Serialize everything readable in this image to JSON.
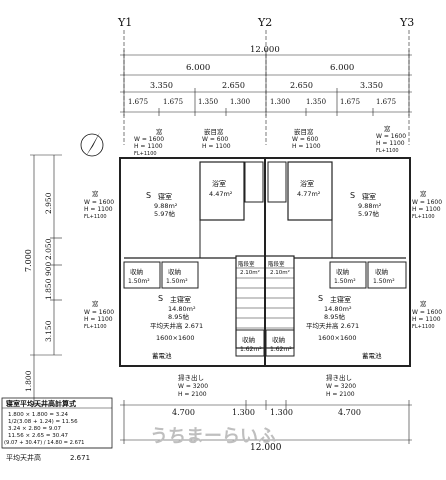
{
  "axes": {
    "y1": "Y1",
    "y2": "Y2",
    "y3": "Y3"
  },
  "dims_top": {
    "total": "12.000",
    "halves": [
      "6.000",
      "6.000"
    ],
    "mid": [
      "3.350",
      "2.650",
      "2.650",
      "3.350"
    ],
    "fine": [
      "1.675",
      "1.675",
      "1.350",
      "1.300",
      "1.300",
      "1.350",
      "1.675",
      "1.675"
    ]
  },
  "dims_left": {
    "total": "7.000",
    "upper": [
      "2.950",
      "2.050"
    ],
    "mid": [
      "900",
      "1.850"
    ],
    "lower": [
      "3.150"
    ],
    "bottom": "1.800"
  },
  "dims_bottom": {
    "parts": [
      "4.700",
      "1.300",
      "1.300",
      "4.700"
    ],
    "total": "12.000"
  },
  "windows_top": {
    "left_small": {
      "name": "窓",
      "w": "W = 1600",
      "h": "H = 1100",
      "fl": "FL+1100"
    },
    "left_fix": {
      "name": "嵌目窓",
      "w": "W = 600",
      "h": "H = 1100"
    },
    "right_fix": {
      "name": "嵌目窓",
      "w": "W = 600",
      "h": "H = 1100"
    },
    "right_small": {
      "name": "窓",
      "w": "W = 1600",
      "h": "H = 1100",
      "fl": "FL+1100"
    }
  },
  "windows_side": {
    "left_upper": {
      "name": "窓",
      "w": "W = 1600",
      "h": "H = 1100",
      "fl": "FL+1100"
    },
    "left_lower": {
      "name": "窓",
      "w": "W = 1600",
      "h": "H = 1100",
      "fl": "FL+1100"
    },
    "right_upper": {
      "name": "窓",
      "w": "W = 1600",
      "h": "H = 1100",
      "fl": "FL+1100"
    },
    "right_lower": {
      "name": "窓",
      "w": "W = 1600",
      "h": "H = 1100",
      "fl": "FL+1100"
    }
  },
  "rooms": {
    "bed_left": {
      "mark": "S",
      "name": "寝室",
      "area": "9.88m²",
      "tatami": "5.97帖"
    },
    "bath_left": {
      "name": "浴室",
      "area": "4.47m²"
    },
    "bath_right": {
      "name": "浴室",
      "area": "4.77m²"
    },
    "bed_right": {
      "mark": "S",
      "name": "寝室",
      "area": "9.88m²",
      "tatami": "5.97帖"
    },
    "closet_l1": {
      "name": "収納",
      "area": "1.50m²"
    },
    "closet_l2": {
      "name": "収納",
      "area": "1.50m²"
    },
    "closet_r1": {
      "name": "収納",
      "area": "1.50m²"
    },
    "closet_r2": {
      "name": "収納",
      "area": "1.50m²"
    },
    "hall_l": {
      "name": "階段室",
      "area": "2.10m²"
    },
    "hall_r": {
      "name": "階段室",
      "area": "2.10m²"
    },
    "main_left": {
      "mark": "S",
      "name": "主寝室",
      "area": "14.80m²",
      "tatami": "8.95帖",
      "ceiling": "平均天井高 2.671",
      "bed": "1600×1600"
    },
    "main_right": {
      "mark": "S",
      "name": "主寝室",
      "area": "14.80m²",
      "tatami": "8.95帖",
      "ceiling": "平均天井高 2.671",
      "bed": "1600×1600"
    },
    "closet_c1": {
      "name": "収納",
      "area": "1.62m²"
    },
    "closet_c2": {
      "name": "収納",
      "area": "1.62m²"
    },
    "tank_l": "蓄電池",
    "tank_r": "蓄電池"
  },
  "openings": {
    "left": {
      "name": "掃き出し",
      "w": "W = 3200",
      "h": "H = 2100"
    },
    "right": {
      "name": "掃き出し",
      "w": "W = 3200",
      "h": "H = 2100"
    }
  },
  "calc": {
    "title": "寝室平均天井高計算式",
    "lines": [
      "1.800 × 1.800 = 3.24",
      "1/2(3.08 + 1.24) = 11.56",
      "3.24 × 2.80 = 9.07",
      "11.56 × 2.65 = 30.47",
      "(9.07 + 30.47) / 14.80 = 2.671"
    ],
    "result_label": "平均天井高",
    "result_value": "2.671"
  },
  "watermark": "うちまーらいふ"
}
